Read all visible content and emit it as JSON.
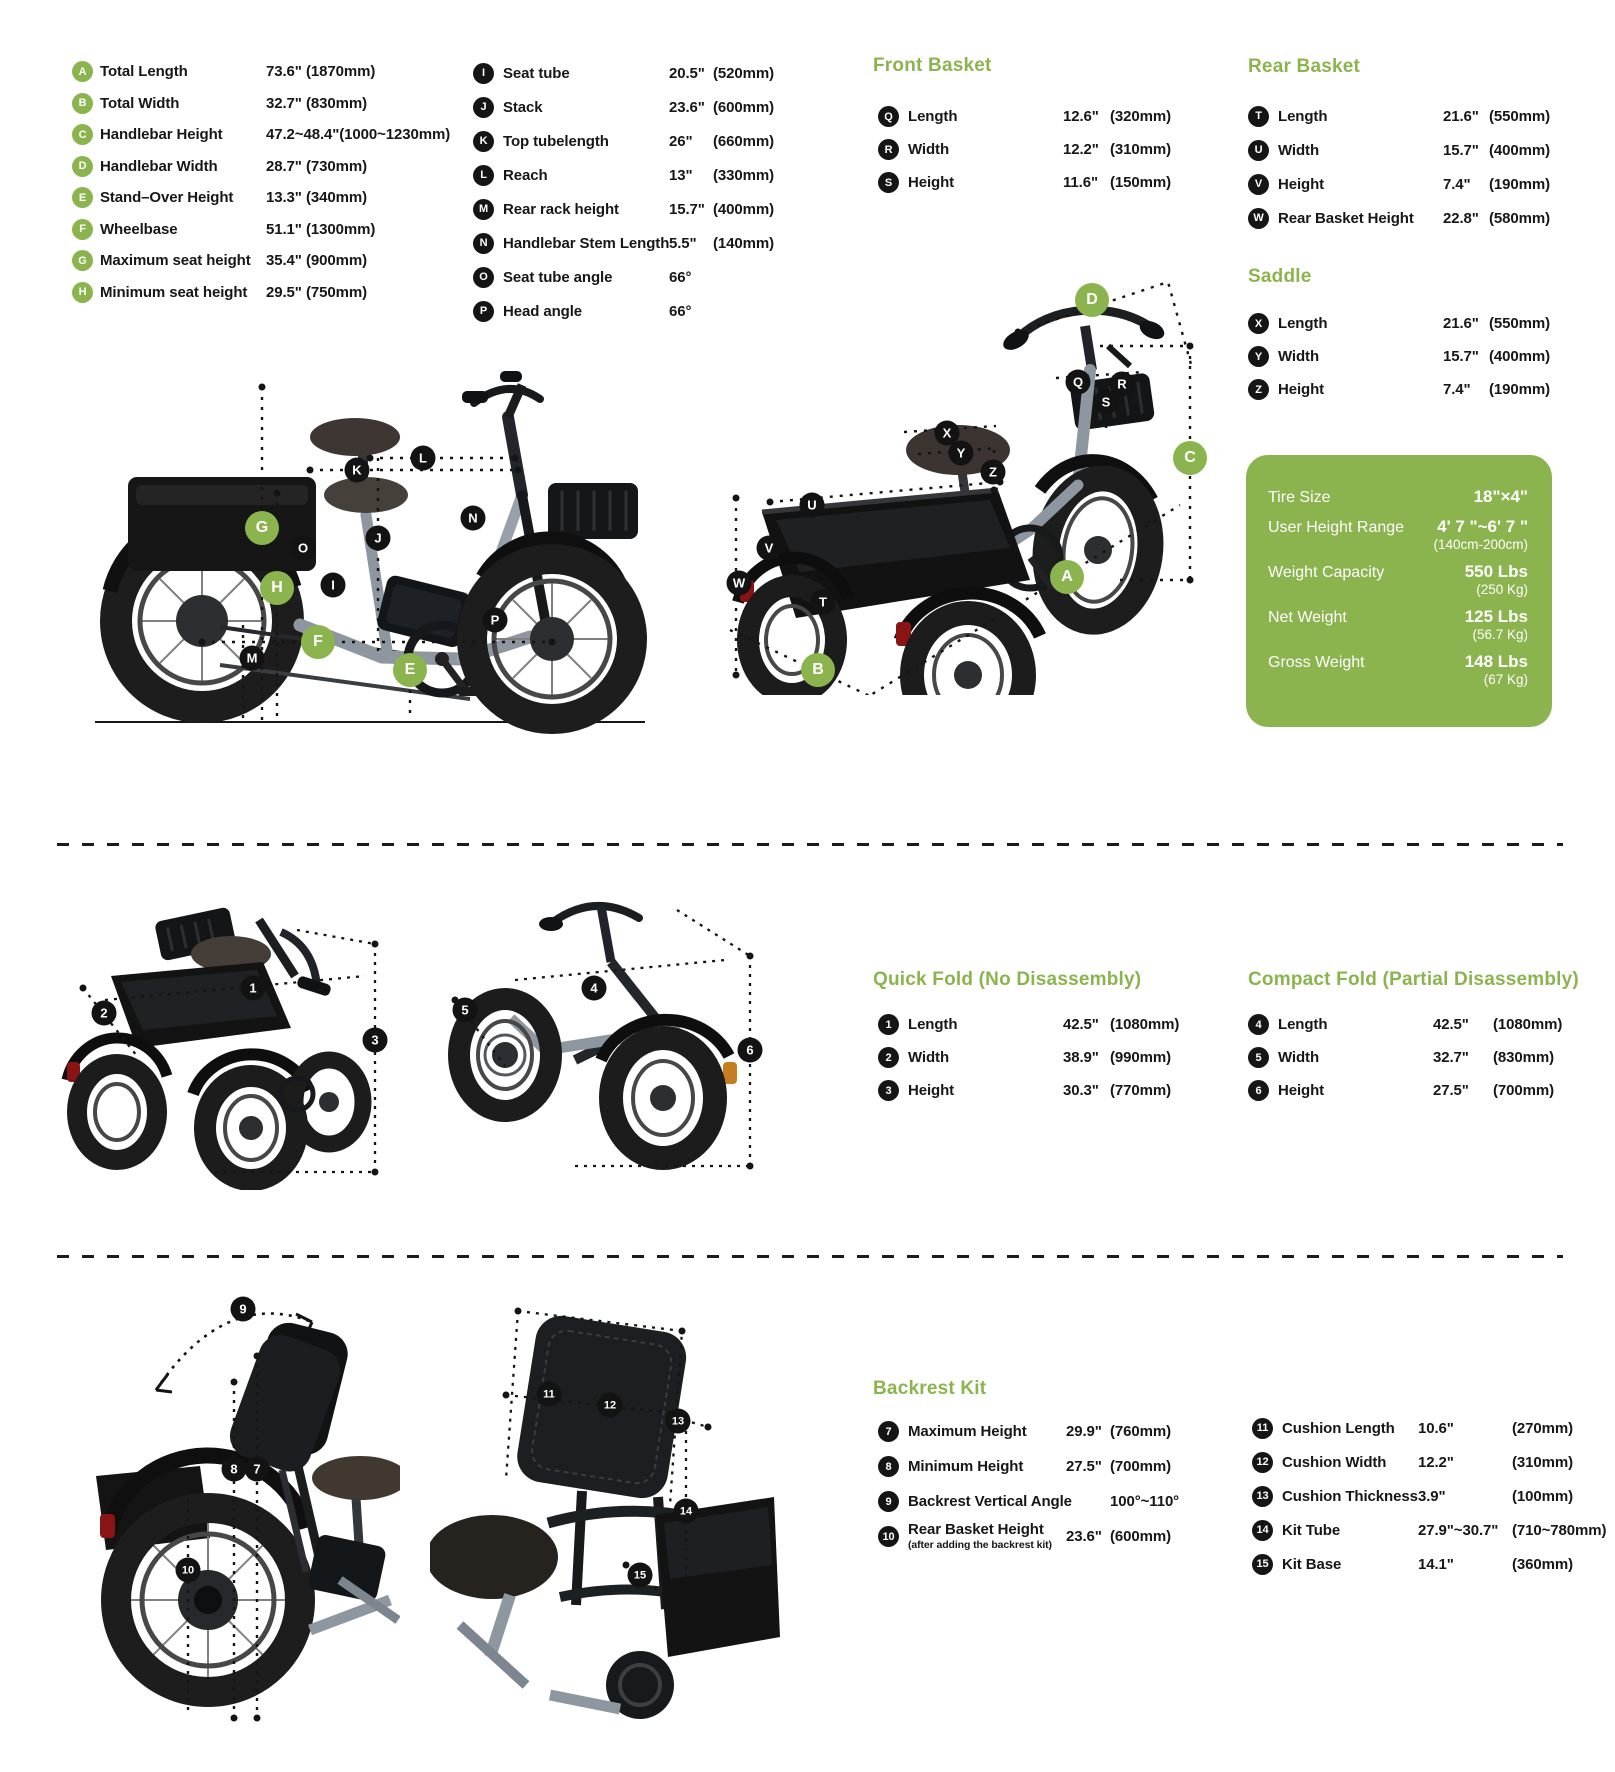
{
  "colors": {
    "accent": "#8cb44e",
    "ink": "#171717"
  },
  "specs_left": [
    {
      "k": "A",
      "label": "Total Length",
      "value": "73.6\"",
      "mm": "(1870mm)"
    },
    {
      "k": "B",
      "label": "Total Width",
      "value": "32.7\"",
      "mm": "(830mm)"
    },
    {
      "k": "C",
      "label": "Handlebar Height",
      "value": "47.2~48.4\"(1000~1230mm)",
      "mm": ""
    },
    {
      "k": "D",
      "label": "Handlebar Width",
      "value": "28.7\"",
      "mm": "(730mm)"
    },
    {
      "k": "E",
      "label": "Stand–Over Height",
      "value": "13.3\"",
      "mm": "(340mm)"
    },
    {
      "k": "F",
      "label": "Wheelbase",
      "value": "51.1\"",
      "mm": "(1300mm)"
    },
    {
      "k": "G",
      "label": "Maximum seat height",
      "value": "35.4\"",
      "mm": "(900mm)"
    },
    {
      "k": "H",
      "label": "Minimum seat height",
      "value": "29.5\"",
      "mm": "(750mm)"
    }
  ],
  "specs_mid": [
    {
      "k": "I",
      "label": "Seat tube",
      "value": "20.5\"",
      "mm": "(520mm)"
    },
    {
      "k": "J",
      "label": "Stack",
      "value": "23.6\"",
      "mm": "(600mm)"
    },
    {
      "k": "K",
      "label": "Top tubelength",
      "value": "26\"",
      "mm": "(660mm)"
    },
    {
      "k": "L",
      "label": "Reach",
      "value": "13\"",
      "mm": "(330mm)"
    },
    {
      "k": "M",
      "label": "Rear rack height",
      "value": "15.7\"",
      "mm": "(400mm)"
    },
    {
      "k": "N",
      "label": "Handlebar Stem Length",
      "value": "5.5\"",
      "mm": "(140mm)"
    },
    {
      "k": "O",
      "label": "Seat tube angle",
      "value": "66°",
      "mm": ""
    },
    {
      "k": "P",
      "label": "Head angle",
      "value": "66°",
      "mm": ""
    }
  ],
  "front_basket": {
    "title": "Front Basket",
    "items": [
      {
        "k": "Q",
        "label": "Length",
        "value": "12.6\"",
        "mm": "(320mm)"
      },
      {
        "k": "R",
        "label": "Width",
        "value": "12.2\"",
        "mm": "(310mm)"
      },
      {
        "k": "S",
        "label": "Height",
        "value": "11.6\"",
        "mm": "(150mm)"
      }
    ]
  },
  "rear_basket": {
    "title": "Rear Basket",
    "items": [
      {
        "k": "T",
        "label": "Length",
        "value": "21.6\"",
        "mm": "(550mm)"
      },
      {
        "k": "U",
        "label": "Width",
        "value": "15.7\"",
        "mm": "(400mm)"
      },
      {
        "k": "V",
        "label": "Height",
        "value": "7.4\"",
        "mm": "(190mm)"
      },
      {
        "k": "W",
        "label": "Rear Basket Height",
        "value": "22.8\"",
        "mm": "(580mm)"
      }
    ]
  },
  "saddle": {
    "title": "Saddle",
    "items": [
      {
        "k": "X",
        "label": "Length",
        "value": "21.6\"",
        "mm": "(550mm)"
      },
      {
        "k": "Y",
        "label": "Width",
        "value": "15.7\"",
        "mm": "(400mm)"
      },
      {
        "k": "Z",
        "label": "Height",
        "value": "7.4\"",
        "mm": "(190mm)"
      }
    ]
  },
  "stats_box": {
    "rows": [
      {
        "label": "Tire Size",
        "value": "18\"×4\"",
        "sub": ""
      },
      {
        "label": "User Height Range",
        "value": "4' 7 \"~6' 7 \"",
        "sub": "(140cm-200cm)"
      },
      {
        "label": "Weight Capacity",
        "value": "550 Lbs",
        "sub": "(250 Kg)"
      },
      {
        "label": "Net Weight",
        "value": "125 Lbs",
        "sub": "(56.7 Kg)"
      },
      {
        "label": "Gross Weight",
        "value": "148 Lbs",
        "sub": "(67 Kg)"
      }
    ]
  },
  "quick_fold": {
    "title": "Quick Fold (No Disassembly)",
    "items": [
      {
        "k": "1",
        "label": "Length",
        "value": "42.5\"",
        "mm": "(1080mm)"
      },
      {
        "k": "2",
        "label": "Width",
        "value": "38.9\"",
        "mm": "(990mm)"
      },
      {
        "k": "3",
        "label": "Height",
        "value": "30.3\"",
        "mm": "(770mm)"
      }
    ]
  },
  "compact_fold": {
    "title": "Compact Fold (Partial Disassembly)",
    "items": [
      {
        "k": "4",
        "label": "Length",
        "value": "42.5\"",
        "mm": "(1080mm)"
      },
      {
        "k": "5",
        "label": "Width",
        "value": "32.7\"",
        "mm": "(830mm)"
      },
      {
        "k": "6",
        "label": "Height",
        "value": "27.5\"",
        "mm": "(700mm)"
      }
    ]
  },
  "backrest_kit": {
    "title": "Backrest Kit",
    "left": [
      {
        "k": "7",
        "label": "Maximum Height",
        "value": "29.9\"",
        "mm": "(760mm)",
        "note": ""
      },
      {
        "k": "8",
        "label": "Minimum Height",
        "value": "27.5\"",
        "mm": "(700mm)",
        "note": ""
      },
      {
        "k": "9",
        "label": "Backrest Vertical Angle",
        "value": "",
        "mm": "100°~110°",
        "note": ""
      },
      {
        "k": "10",
        "label": "Rear Basket Height",
        "value": "23.6\"",
        "mm": "(600mm)",
        "note": "(after adding the backrest kit)"
      }
    ],
    "right": [
      {
        "k": "11",
        "label": "Cushion Length",
        "value": "10.6\"",
        "mm": "(270mm)"
      },
      {
        "k": "12",
        "label": "Cushion Width",
        "value": "12.2\"",
        "mm": "(310mm)"
      },
      {
        "k": "13",
        "label": "Cushion Thickness",
        "value": "3.9\"",
        "mm": "(100mm)"
      },
      {
        "k": "14",
        "label": "Kit Tube",
        "value": "27.9\"~30.7\"",
        "mm": "(710~780mm)"
      },
      {
        "k": "15",
        "label": "Kit Base",
        "value": "14.1\"",
        "mm": "(360mm)"
      }
    ]
  },
  "markers": {
    "side": [
      {
        "t": "K",
        "style": "left:287px;top:145px"
      },
      {
        "t": "L",
        "style": "left:353px;top:133px"
      },
      {
        "t": "G",
        "style": "left:192px;top:203px;background:#8cb44e;width:34px;height:34px;font-size:16px"
      },
      {
        "t": "N",
        "style": "left:403px;top:193px"
      },
      {
        "t": "O",
        "style": "left:233px;top:223px"
      },
      {
        "t": "J",
        "style": "left:308px;top:213px"
      },
      {
        "t": "H",
        "style": "left:207px;top:263px;background:#8cb44e;width:34px;height:34px;font-size:16px"
      },
      {
        "t": "I",
        "style": "left:263px;top:260px"
      },
      {
        "t": "F",
        "style": "left:248px;top:317px;background:#8cb44e;width:34px;height:34px;font-size:16px"
      },
      {
        "t": "M",
        "style": "left:182px;top:333px"
      },
      {
        "t": "E",
        "style": "left:340px;top:345px;background:#8cb44e;width:34px;height:34px;font-size:16px"
      },
      {
        "t": "P",
        "style": "left:425px;top:295px"
      }
    ],
    "rear": [
      {
        "t": "D",
        "style": "left:392px;top:50px;background:#8cb44e;width:34px;height:34px;font-size:16px"
      },
      {
        "t": "Q",
        "style": "left:378px;top:132px"
      },
      {
        "t": "R",
        "style": "left:422px;top:134px"
      },
      {
        "t": "S",
        "style": "left:406px;top:152px"
      },
      {
        "t": "X",
        "style": "left:247px;top:183px"
      },
      {
        "t": "Y",
        "style": "left:261px;top:203px"
      },
      {
        "t": "Z",
        "style": "left:293px;top:222px"
      },
      {
        "t": "C",
        "style": "left:490px;top:208px;background:#8cb44e;width:34px;height:34px;font-size:16px"
      },
      {
        "t": "U",
        "style": "left:112px;top:255px"
      },
      {
        "t": "V",
        "style": "left:69px;top:298px"
      },
      {
        "t": "W",
        "style": "left:39px;top:333px"
      },
      {
        "t": "T",
        "style": "left:123px;top:352px"
      },
      {
        "t": "A",
        "style": "left:367px;top:327px;background:#8cb44e;width:34px;height:34px;font-size:16px"
      },
      {
        "t": "B",
        "style": "left:118px;top:420px;background:#8cb44e;width:34px;height:34px;font-size:16px"
      }
    ],
    "fold1": [
      {
        "t": "1",
        "style": "left:208px;top:108px"
      },
      {
        "t": "2",
        "style": "left:59px;top:133px"
      },
      {
        "t": "3",
        "style": "left:330px;top:160px"
      }
    ],
    "fold2": [
      {
        "t": "4",
        "style": "left:169px;top:118px"
      },
      {
        "t": "5",
        "style": "left:40px;top:140px"
      },
      {
        "t": "6",
        "style": "left:325px;top:180px"
      }
    ],
    "back1": [
      {
        "t": "9",
        "style": "left:183px;top:39px"
      },
      {
        "t": "8",
        "style": "left:174px;top:199px"
      },
      {
        "t": "7",
        "style": "left:197px;top:199px"
      },
      {
        "t": "10",
        "style": "left:128px;top:300px;font-size:11px"
      }
    ],
    "back2": [
      {
        "t": "11",
        "style": "left:119px;top:129px;font-size:11px"
      },
      {
        "t": "12",
        "style": "left:180px;top:140px;font-size:11px"
      },
      {
        "t": "13",
        "style": "left:248px;top:156px;font-size:11px"
      },
      {
        "t": "14",
        "style": "left:256px;top:246px;font-size:11px"
      },
      {
        "t": "15",
        "style": "left:210px;top:310px;font-size:11px"
      }
    ]
  }
}
